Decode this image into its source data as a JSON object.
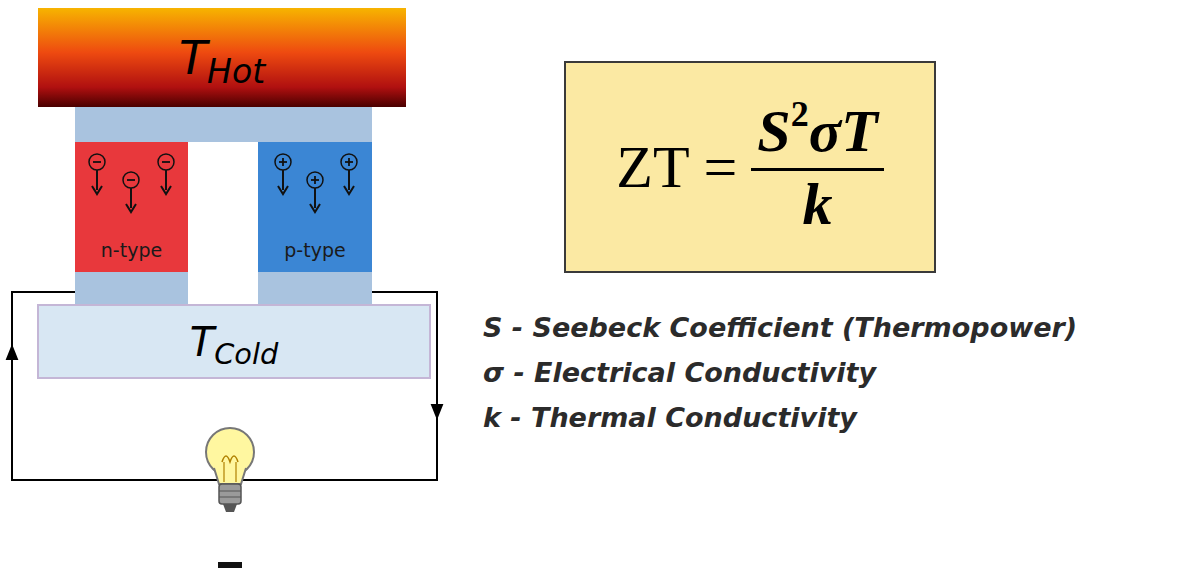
{
  "diagram": {
    "nodes": [
      {
        "text": [
          "T",
          "Hot"
        ]
      },
      {
        "text": [
          "n-type"
        ]
      },
      {
        "text": [
          "p-type"
        ]
      },
      {
        "text": [
          "T",
          "Cold"
        ]
      },
      {
        "text": [
          "ZT =",
          "S",
          "2",
          "σT",
          "k"
        ]
      }
    ],
    "labels": [
      "S - Seebeck Coefficient (Thermopower)",
      "σ - Electrical Conductivity",
      "k - Thermal Conductivity"
    ]
  }
}
